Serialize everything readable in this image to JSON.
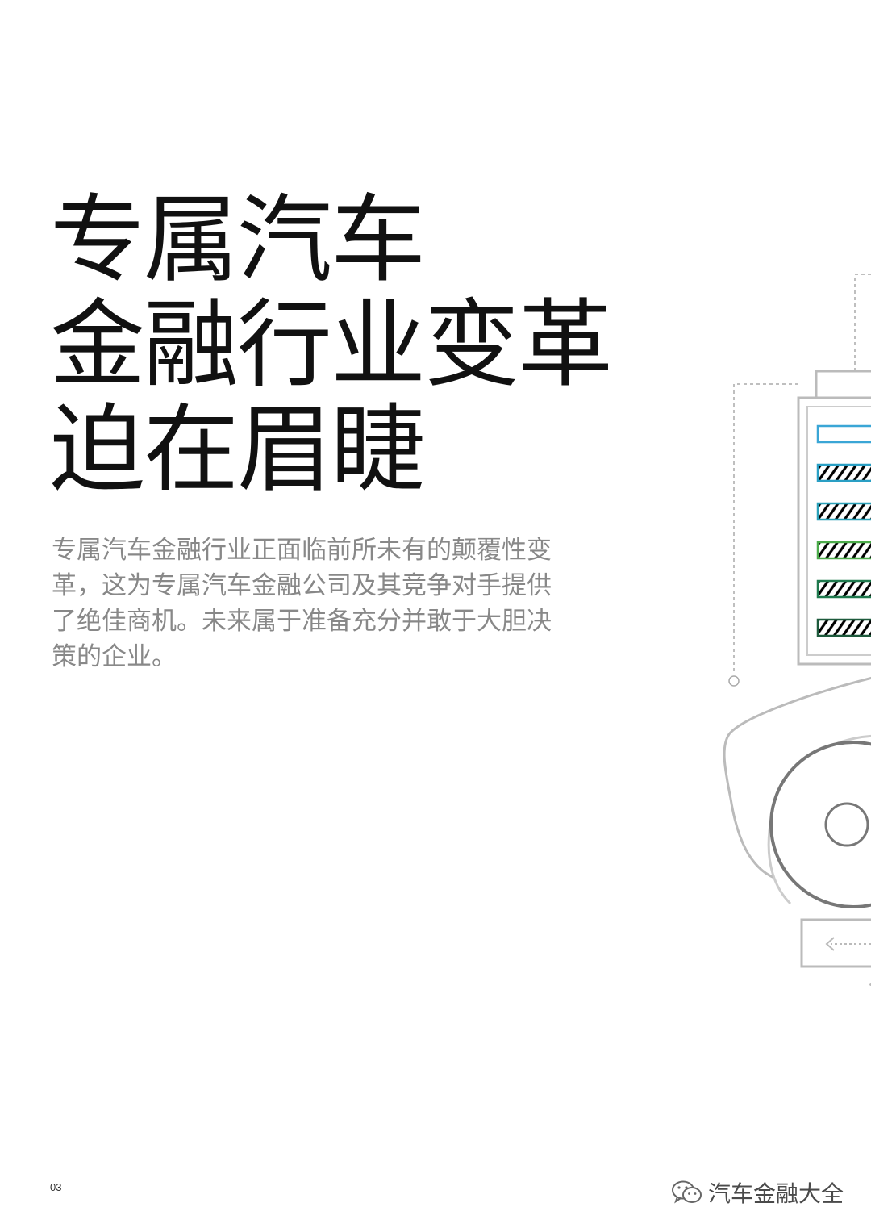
{
  "headline": {
    "lines": [
      "专属汽车",
      "金融行业变革",
      "迫在眉睫"
    ]
  },
  "body": {
    "lines": [
      "专属汽车金融行业正面临前所未有的颠覆性变",
      "革，这为专属汽车金融公司及其竞争对手提供",
      "了绝佳商机。未来属于准备充分并敢于大胆决",
      "策的企业。"
    ]
  },
  "footer": {
    "page_number": "03",
    "watermark_text": "汽车金融大全",
    "watermark_icon": "wechat-icon"
  },
  "illustration": {
    "bar_colors": [
      "#3aa6d6",
      "#2a9fc4",
      "#2aa0b8",
      "#4cab4a",
      "#1f7a4e",
      "#1d5a3c"
    ]
  }
}
